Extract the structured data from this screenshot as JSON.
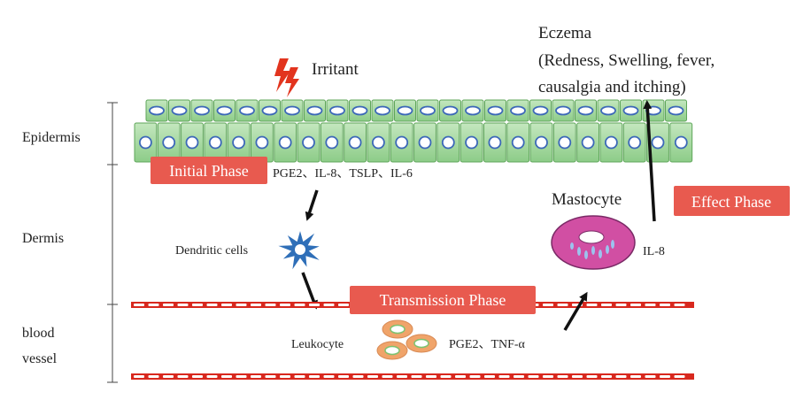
{
  "layers": {
    "epidermis": "Epidermis",
    "dermis": "Dermis",
    "blood_vessel_line1": "blood",
    "blood_vessel_line2": "vessel"
  },
  "irritant": "Irritant",
  "eczema": {
    "line1": "Eczema",
    "line2": "(Redness, Swelling, fever,",
    "line3": "causalgia and itching)"
  },
  "phases": {
    "initial": "Initial Phase",
    "transmission": "Transmission Phase",
    "effect": "Effect Phase"
  },
  "cytokines": {
    "initial": "PGE2、IL-8、TSLP、IL-6",
    "transmission": "PGE2、TNF-α",
    "effect": "IL-8"
  },
  "cells": {
    "dendritic": "Dendritic cells",
    "leukocyte": "Leukocyte",
    "mastocyte": "Mastocyte"
  },
  "colors": {
    "cell_green": "#9fd49a",
    "cell_border": "#5fa65a",
    "nucleus_blue": "#3c68b8",
    "phase_red": "#e85a4f",
    "vessel_red": "#d8281e",
    "dendritic_blue": "#2f6fb8",
    "mastocyte_pink": "#d14fa3",
    "leukocyte_orange": "#f0a46a",
    "irritant_red": "#e2341e"
  }
}
